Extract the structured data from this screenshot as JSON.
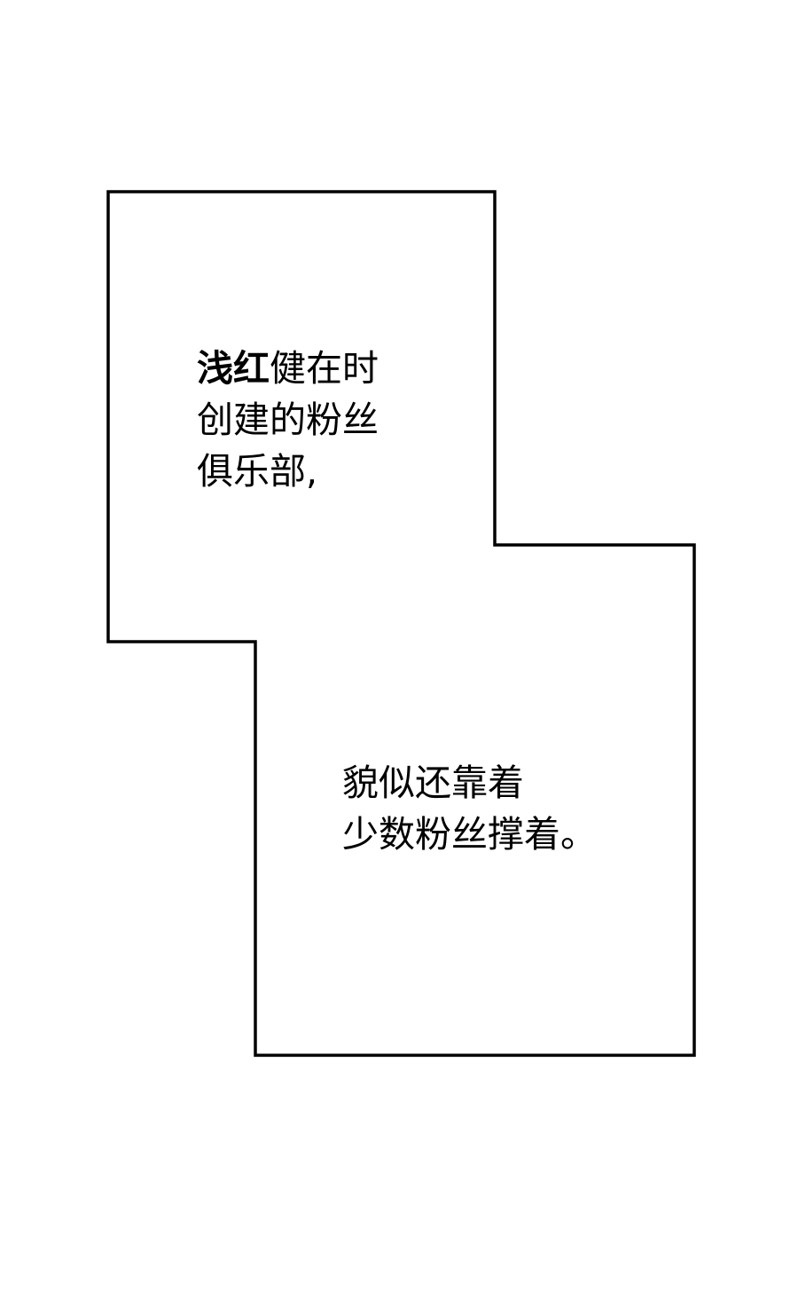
{
  "panel": {
    "background_color": "#ffffff",
    "border_color": "#000000"
  },
  "caption_top": {
    "line1_bold": "浅红",
    "line1_rest": "健在时",
    "line2": "创建的粉丝",
    "line3": "俱乐部,"
  },
  "caption_bottom": {
    "line1": "貌似还靠着",
    "line2": "少数粉丝撑着。"
  }
}
